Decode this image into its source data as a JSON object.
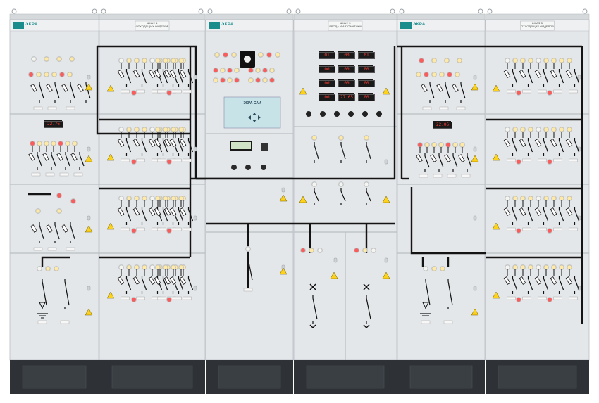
{
  "brand": "ЭКРА",
  "cabinets": [
    {
      "id": "c1",
      "title": "",
      "has_brand": true
    },
    {
      "id": "c2",
      "title": "ШКАФ 1",
      "subtitle": "ОТХОДЯЩИХ ФИДЕРОВ",
      "has_brand": false
    },
    {
      "id": "c3",
      "title": "",
      "has_brand": true
    },
    {
      "id": "c4",
      "title": "ШКАФ 3",
      "subtitle": "ВВОДА И АВТОМАТИКИ",
      "has_brand": false
    },
    {
      "id": "c5",
      "title": "",
      "has_brand": true
    },
    {
      "id": "c6",
      "title": "ШКАФ 5",
      "subtitle": "ОТХОДЯЩИХ ФИДЕРОВ",
      "has_brand": false
    }
  ],
  "controller_screen": {
    "title": "ЭКРА САИ"
  },
  "meter_readings": {
    "c1_meter": "22.76",
    "c4_meters": [
      "01",
      "00",
      "01",
      "00",
      "00",
      "00",
      "00",
      "00",
      "00",
      "00",
      "27.65",
      "00"
    ],
    "c5_meter": "22.06"
  },
  "colors": {
    "cabinet": "#e4e7e9",
    "cabinet_edge": "#b9bec2",
    "base": "#2e3236",
    "bus_line": "#141414",
    "lamp_red": "#ff5a5a",
    "lamp_yellow": "#ffe9a6",
    "lamp_white": "#f4f4f0",
    "warning": "#ffd21a",
    "brand_teal": "#1a8c8c"
  },
  "icons": [
    "warning-triangle-icon",
    "indicator-lamp-icon",
    "circuit-breaker-symbol",
    "ground-symbol",
    "fuse-symbol",
    "selector-switch-icon",
    "door-handle-icon"
  ]
}
